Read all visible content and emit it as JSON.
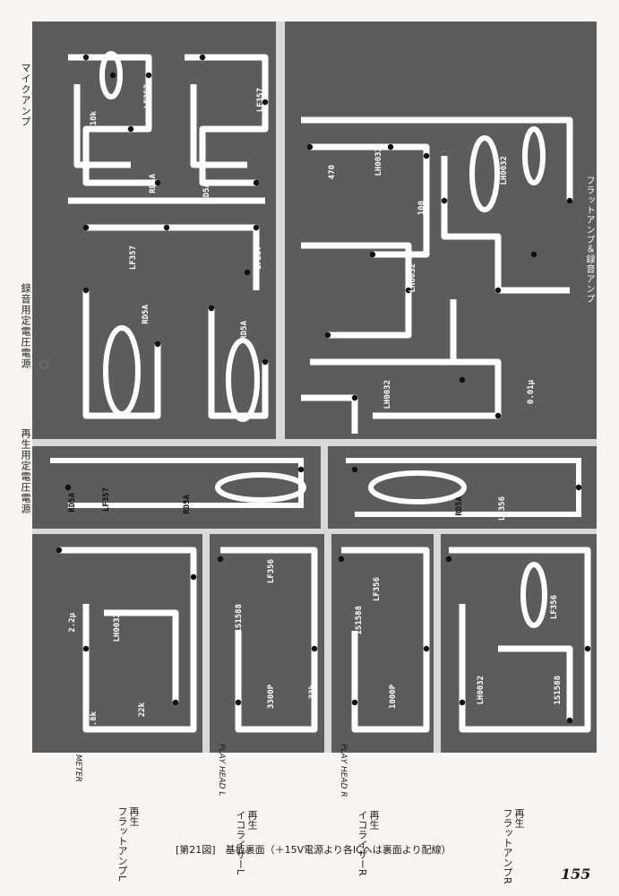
{
  "section_labels": {
    "mic_amp": "マイクアンプ",
    "rec_regulator": "録音用定電圧電源",
    "play_regulator": "再生用定電圧電源",
    "flat_rec_amp": "フラットアンプ＆録音アンプ"
  },
  "board_components": {
    "ic_labels": [
      "LF357",
      "LF357",
      "LF357",
      "LF357",
      "LH0032",
      "LH0032",
      "LH0032",
      "LH0032",
      "LF356",
      "LF356",
      "LF356",
      "LF357",
      "LH0032",
      "LH0032",
      "LF356"
    ],
    "regulator_labels": [
      "RD5A",
      "RD5A",
      "RD5A",
      "RD5A",
      "RD5A",
      "RD5A",
      "RD5A"
    ],
    "diode_labels": [
      "1S1588",
      "1S1588",
      "1S1588"
    ],
    "value_labels": [
      "2.2μ",
      "6.8k",
      "22k",
      "10k",
      "3300P",
      "1000P",
      "470",
      "100",
      "33k",
      "0.01μ"
    ],
    "connector_labels": [
      "METER",
      "PLAY HEAD L",
      "PLAY HEAD R"
    ]
  },
  "bottom_labels": [
    "再生\nフラットアンプL",
    "再生\nイコライザーL",
    "再生\nイコライザーR",
    "再生\nフラットアンプR"
  ],
  "caption": "[第21図]　基板裏面（＋15V電源より各ICへは裏面より配線）",
  "page_number": "155",
  "colors": {
    "board": "#5c5c5c",
    "trace": "#ffffff",
    "paper": "#f6f5f1"
  }
}
